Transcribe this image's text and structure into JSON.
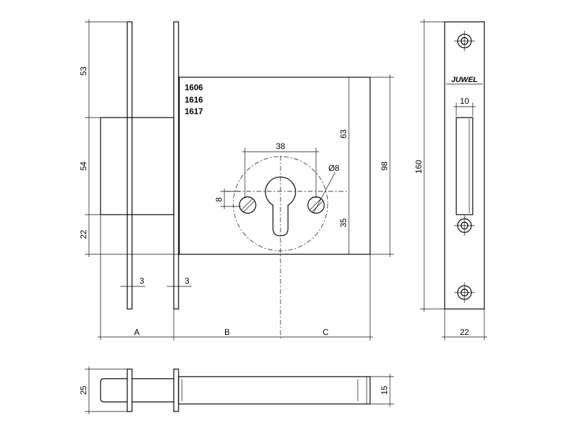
{
  "models": [
    "1606",
    "1616",
    "1617"
  ],
  "brand": "JUWEL",
  "dimensions": {
    "top_offset": "53",
    "bolt_height": "54",
    "bottom_offset": "22",
    "plate_thickness_1": "3",
    "plate_thickness_2": "3",
    "a": "A",
    "b": "B",
    "c": "C",
    "cylinder_spacing": "38",
    "hole_diameter": "Ø8",
    "hole_offset": "8",
    "cylinder_from_top": "63",
    "cylinder_from_bottom": "35",
    "body_height": "98",
    "faceplate_height": "160",
    "faceplate_width": "22",
    "bolt_slot_width": "10",
    "bolt_outer_height": "25",
    "bolt_inner_height": "15"
  }
}
